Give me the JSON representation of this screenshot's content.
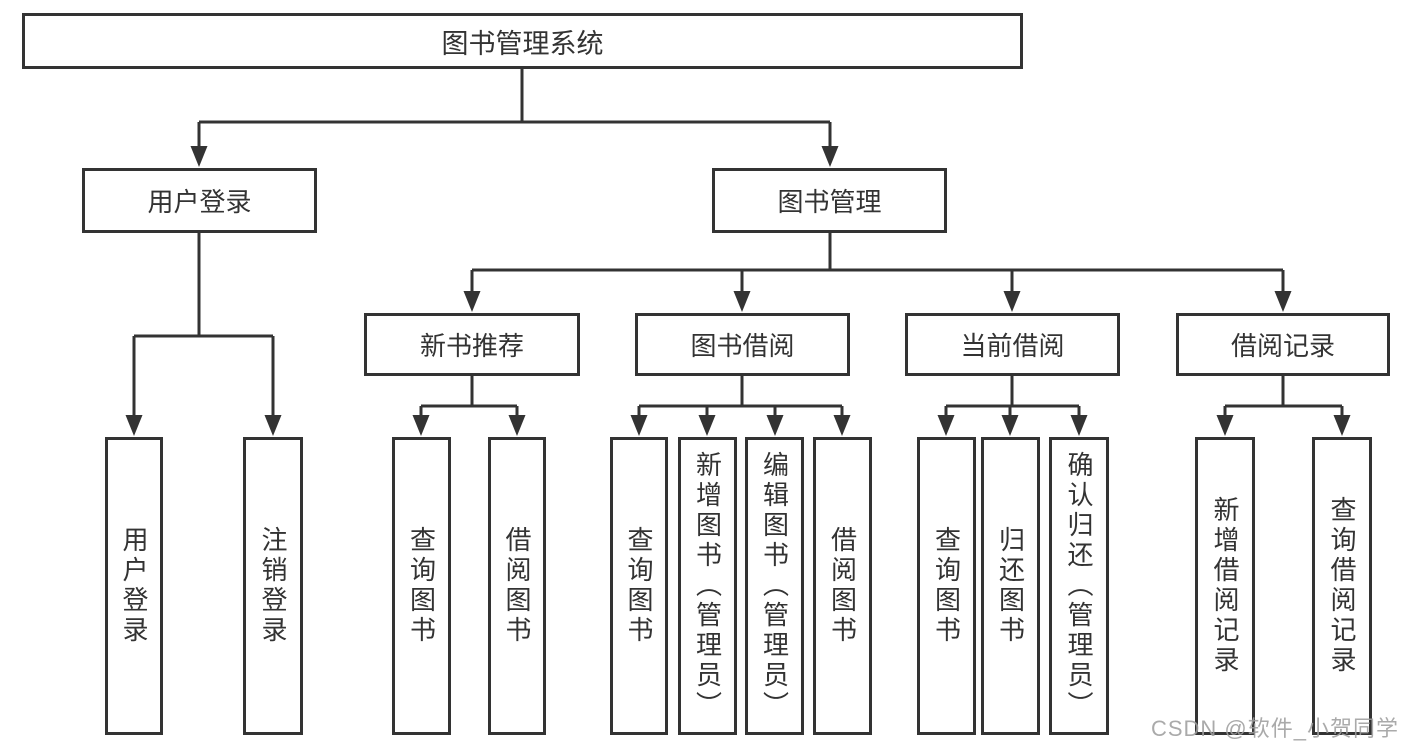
{
  "diagram": {
    "root": {
      "label": "图书管理系统"
    },
    "level2": [
      {
        "label": "用户登录"
      },
      {
        "label": "图书管理"
      }
    ],
    "level3": [
      {
        "label": "新书推荐"
      },
      {
        "label": "图书借阅"
      },
      {
        "label": "当前借阅"
      },
      {
        "label": "借阅记录"
      }
    ],
    "leaves": {
      "user_login": [
        "用户登录",
        "注销登录"
      ],
      "new_book": [
        "查询图书",
        "借阅图书"
      ],
      "book_borrow": [
        "查询图书",
        "新增图书（管理员）",
        "编辑图书（管理员）",
        "借阅图书"
      ],
      "current_borrow": [
        "查询图书",
        "归还图书",
        "确认归还（管理员）"
      ],
      "borrow_records": [
        "新增借阅记录",
        "查询借阅记录"
      ]
    }
  },
  "watermark": {
    "text": "CSDN @软件_小贺同学"
  },
  "colors": {
    "line": "#333333",
    "text": "#333333",
    "background": "#ffffff",
    "watermark": "#9e9e9e"
  }
}
